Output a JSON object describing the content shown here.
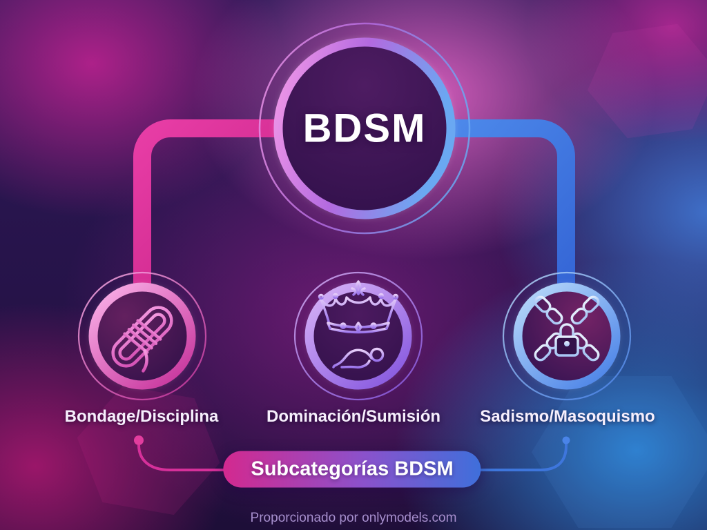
{
  "diagram": {
    "center": {
      "label": "BDSM"
    },
    "nodes": [
      {
        "label": "Bondage/Disciplina",
        "icon": "rope-icon"
      },
      {
        "label": "Dominación/Sumisión",
        "icon": "crown-submission-icon"
      },
      {
        "label": "Sadismo/Masoquismo",
        "icon": "chains-lock-icon"
      }
    ],
    "banner": {
      "label": "Subcategorías BDSM"
    },
    "footer": {
      "text": "Proporcionado por onlymodels.com"
    }
  },
  "colors": {
    "connector_pink": "#d62a92",
    "connector_blue": "#3f7ade",
    "connector_purple": "#7d55cb",
    "banner_gradient": [
      "#d3298f",
      "#8a52cc",
      "#3f6fdb"
    ],
    "label_text": "#f6effc",
    "footer_text": "#a78fce",
    "node_fill_dark": "#331149"
  }
}
